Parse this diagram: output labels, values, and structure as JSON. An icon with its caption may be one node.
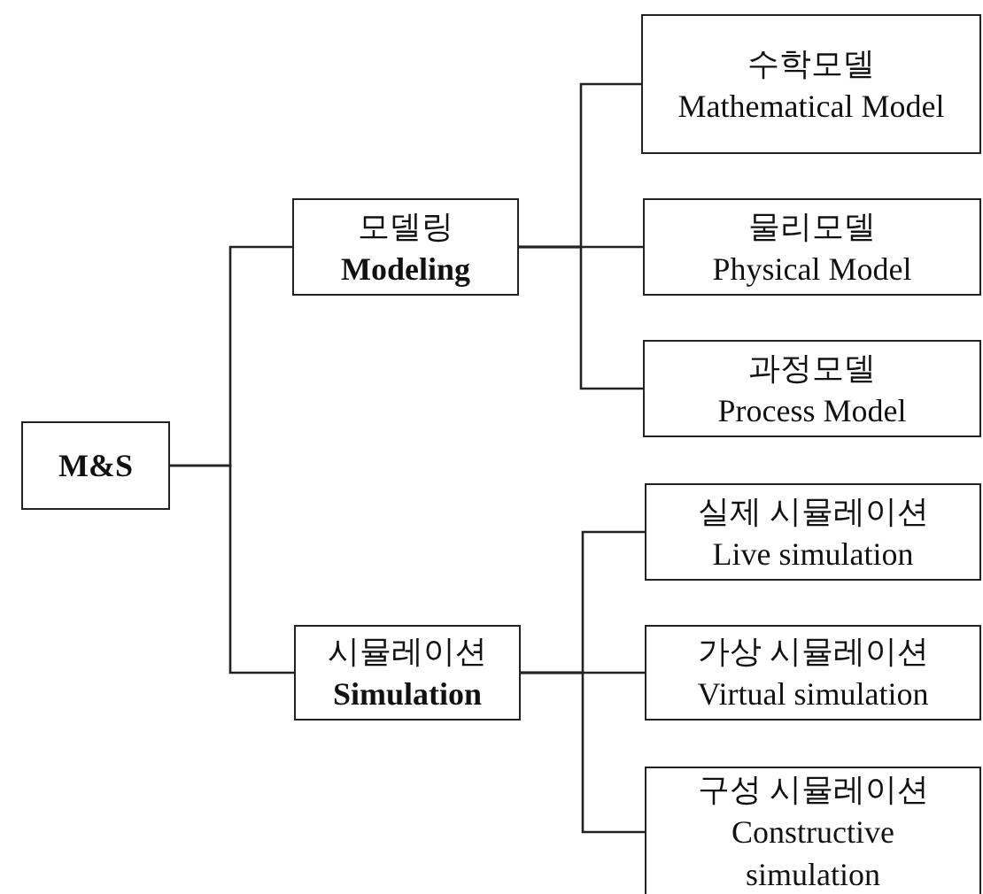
{
  "diagram": {
    "nodes": [
      {
        "text": [
          "M&S"
        ]
      },
      {
        "text": [
          "모델링",
          "Modeling"
        ]
      },
      {
        "text": [
          "시뮬레이션",
          "Simulation"
        ]
      },
      {
        "text": [
          "수학모델",
          "Mathematical Model"
        ]
      },
      {
        "text": [
          "물리모델",
          "Physical Model"
        ]
      },
      {
        "text": [
          "과정모델",
          "Process Model"
        ]
      },
      {
        "text": [
          "실제 시뮬레이션",
          "Live simulation"
        ]
      },
      {
        "text": [
          "가상 시뮬레이션",
          "Virtual simulation"
        ]
      },
      {
        "text": [
          "구성 시뮬레이션",
          "Constructive simulation"
        ]
      }
    ],
    "edges": [
      {
        "from": 0,
        "to": 1,
        "arrow": "none"
      },
      {
        "from": 0,
        "to": 2,
        "arrow": "none"
      },
      {
        "from": 1,
        "to": 3,
        "arrow": "none"
      },
      {
        "from": 1,
        "to": 4,
        "arrow": "none"
      },
      {
        "from": 1,
        "to": 5,
        "arrow": "none"
      },
      {
        "from": 2,
        "to": 6,
        "arrow": "none"
      },
      {
        "from": 2,
        "to": 7,
        "arrow": "none"
      },
      {
        "from": 2,
        "to": 8,
        "arrow": "none"
      }
    ]
  }
}
